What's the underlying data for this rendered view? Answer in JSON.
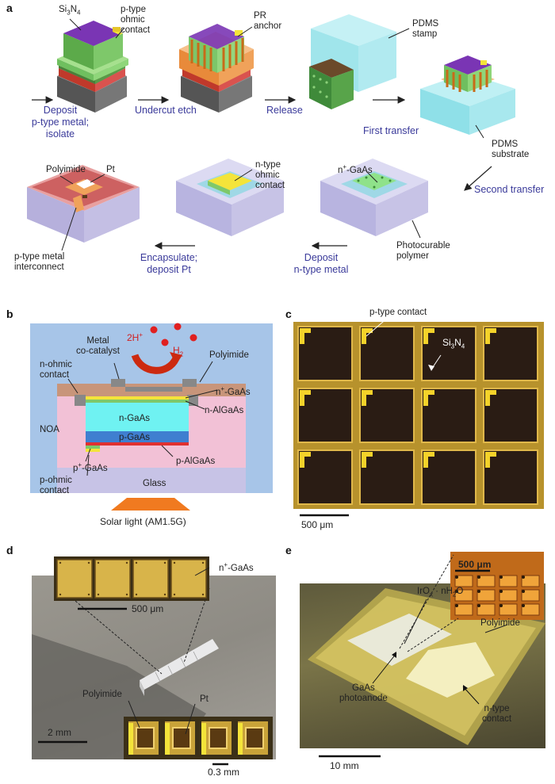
{
  "panels": {
    "a": "a",
    "b": "b",
    "c": "c",
    "d": "d",
    "e": "e"
  },
  "panel_a": {
    "labels": {
      "si3n4": "Si3N4",
      "p_type_ohmic": "p-type\nohmic\ncontact",
      "pr_anchor": "PR\nanchor",
      "pdms_stamp": "PDMS\nstamp",
      "pdms_substrate": "PDMS\nsubstrate",
      "n_plus_gaas": "n+-GaAs",
      "n_type_ohmic": "n-type\nohmic\ncontact",
      "polyimide": "Polyimide",
      "pt": "Pt",
      "p_type_metal_interconnect": "p-type metal\ninterconnect",
      "photocurable_polymer": "Photocurable\npolymer"
    },
    "steps": {
      "deposit_p": "Deposit\np-type metal;\nisolate",
      "undercut": "Undercut etch",
      "release": "Release",
      "first_transfer": "First transfer",
      "second_transfer": "Second transfer",
      "deposit_n": "Deposit\nn-type metal",
      "encapsulate": "Encapsulate;\ndeposit Pt"
    }
  },
  "panel_b": {
    "metal_catalyst": "Metal\nco-catalyst",
    "reaction_left": "2H+",
    "reaction_right": "H2",
    "polyimide": "Polyimide",
    "n_ohmic": "n-ohmic\ncontact",
    "n_plus_gaas": "n+-GaAs",
    "n_algaas": "n-AlGaAs",
    "n_gaas": "n-GaAs",
    "p_gaas": "p-GaAs",
    "noa": "NOA",
    "p_plus_gaas": "p+-GaAs",
    "p_algaas": "p-AlGaAs",
    "p_ohmic": "p-ohmic\ncontact",
    "glass": "Glass",
    "solar": "Solar light (AM1.5G)"
  },
  "panel_c": {
    "p_type_contact": "p-type contact",
    "si3n4": "Si3N4",
    "scale": "500 μm"
  },
  "panel_d": {
    "n_plus_gaas": "n+-GaAs",
    "scale_inset": "500 μm",
    "polyimide": "Polyimide",
    "pt": "Pt",
    "scale_main": "2 mm",
    "scale_inset2": "0.3 mm"
  },
  "panel_e": {
    "scale_inset": "500 μm",
    "irox": "IrOx · nH2O",
    "polyimide": "Polyimide",
    "gaas_photoanode": "GaAs\nphotoanode",
    "n_type_contact": "n-type\ncontact",
    "scale_main": "10 mm"
  },
  "colors": {
    "cube_purple": "#7a35b4",
    "cube_green": "#7ec86a",
    "cube_orange": "#f0a25a",
    "pdms_cyan": "#9ee6ee",
    "polymer_lavender": "#c7c3e6",
    "gaas_cyan": "#6ff2f2",
    "substrate_blue": "#a7c5e8",
    "noa_pink": "#f2c1d6"
  }
}
